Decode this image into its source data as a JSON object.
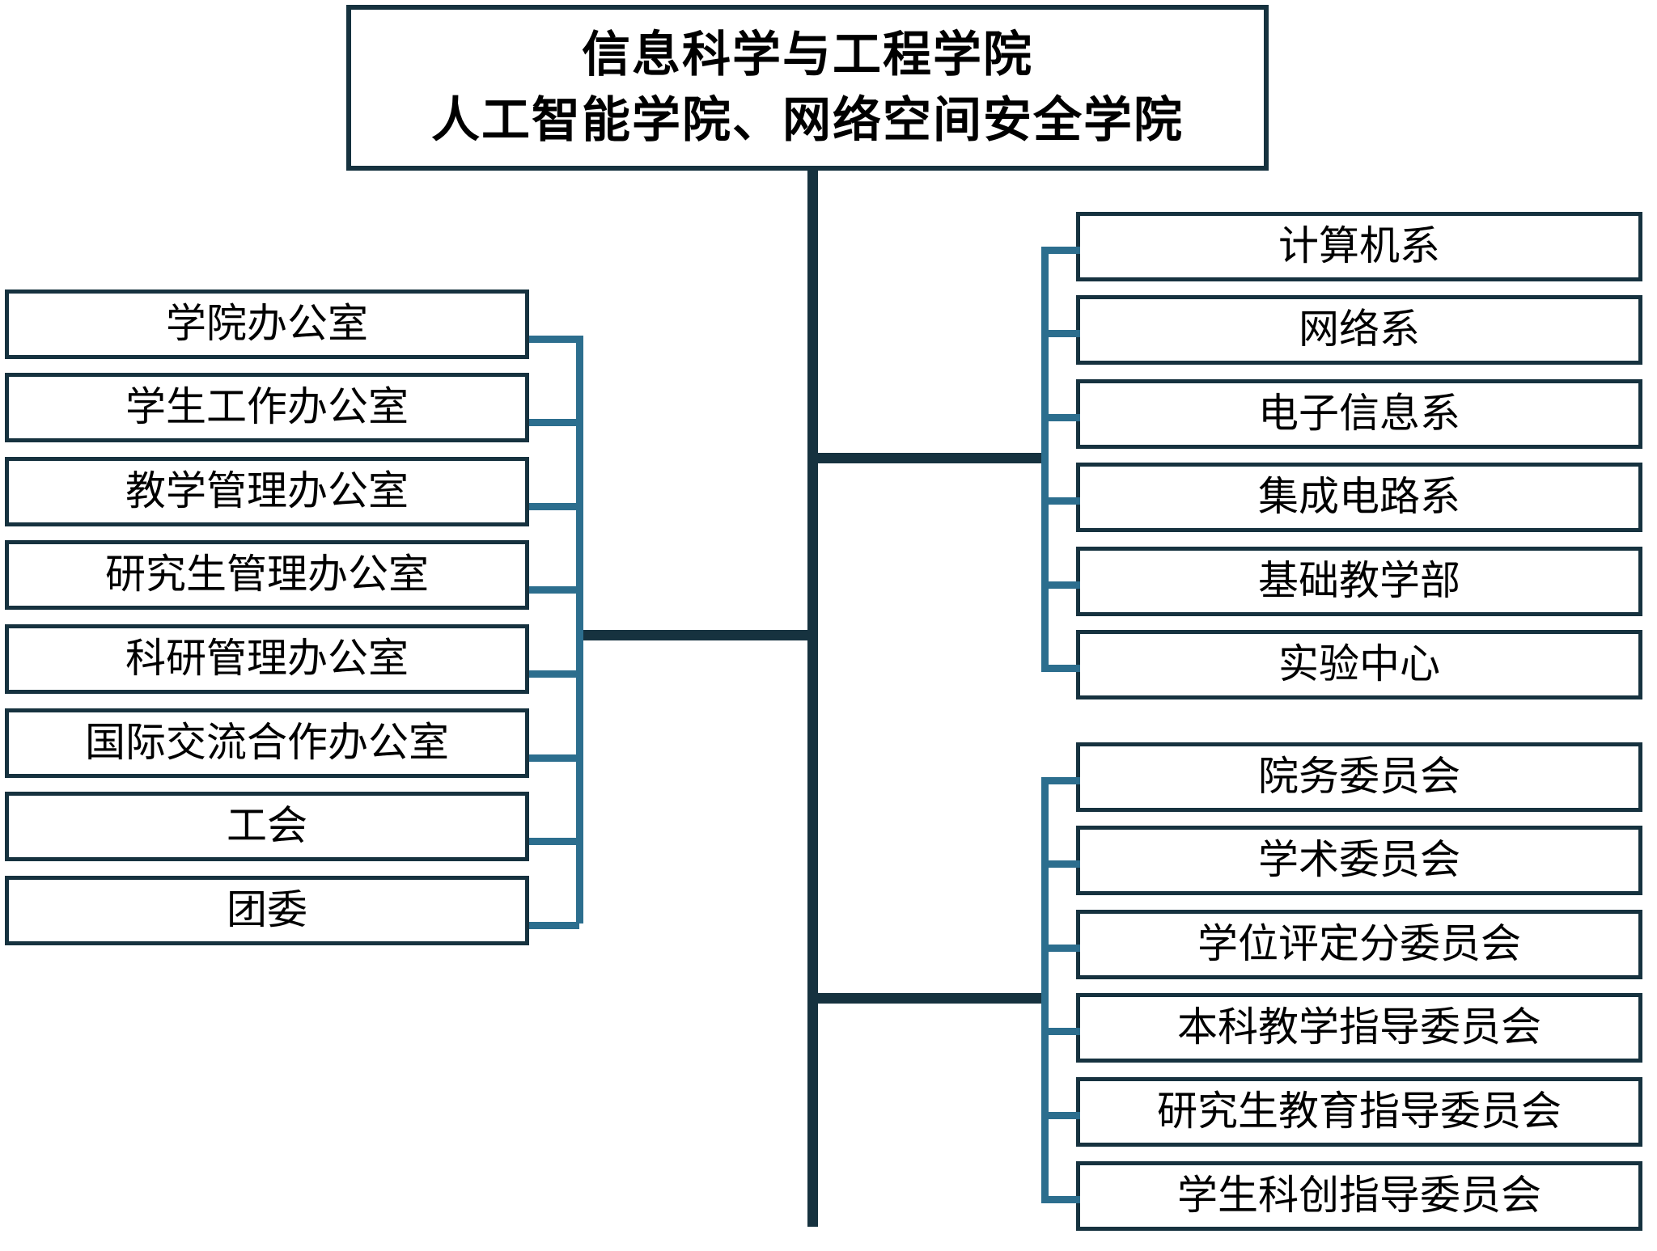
{
  "chart_data": {
    "type": "diagram",
    "diagram_type": "organization-chart",
    "title": "信息科学与工程学院\n人工智能学院、网络空间安全学院",
    "root": {
      "line1": "信息科学与工程学院",
      "line2": "人工智能学院、网络空间安全学院"
    },
    "groups": [
      {
        "group_name": "administrative-offices",
        "position": "left",
        "nodes": [
          "学院办公室",
          "学生工作办公室",
          "教学管理办公室",
          "研究生管理办公室",
          "科研管理办公室",
          "国际交流合作办公室",
          "工会",
          "团委"
        ]
      },
      {
        "group_name": "academic-departments",
        "position": "right-top",
        "nodes": [
          "计算机系",
          "网络系",
          "电子信息系",
          "集成电路系",
          "基础教学部",
          "实验中心"
        ]
      },
      {
        "group_name": "committees",
        "position": "right-bottom",
        "nodes": [
          "院务委员会",
          "学术委员会",
          "学位评定分委员会",
          "本科教学指导委员会",
          "研究生教育指导委员会",
          "学生科创指导委员会"
        ]
      }
    ],
    "colors": {
      "box_border": "#16323f",
      "box_fill": "#ffffff",
      "trunk_line": "#16323f",
      "branch_line": "#2c6e8e",
      "text": "#000000",
      "background": "#ffffff"
    }
  }
}
